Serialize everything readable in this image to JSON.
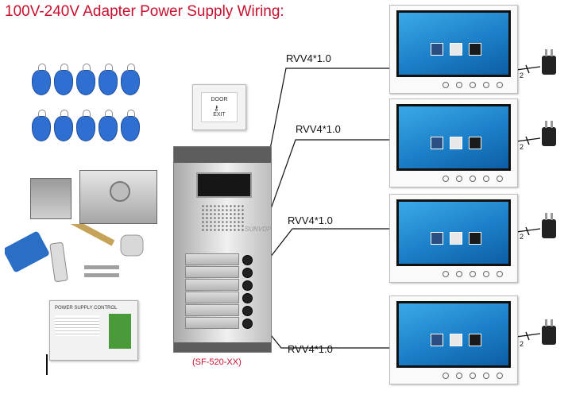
{
  "title": "100V-240V Adapter Power Supply Wiring:",
  "door_button": {
    "line1": "DOOR",
    "line2": "EXIT"
  },
  "outdoor_unit": {
    "model": "(SF-520-XX)",
    "watermark": "SUNVDP"
  },
  "cables": [
    {
      "label": "RVV4*1.0"
    },
    {
      "label": "RVV4*1.0"
    },
    {
      "label": "RVV4*1.0"
    },
    {
      "label": "RVV4*1.0"
    }
  ],
  "monitor_power_wire_count": "2",
  "power_supply": {
    "label": "POWER SUPPLY CONTROL"
  },
  "colors": {
    "title": "#c8102e",
    "screen": "#1c7fc8",
    "tag": "#2f6fd2"
  }
}
